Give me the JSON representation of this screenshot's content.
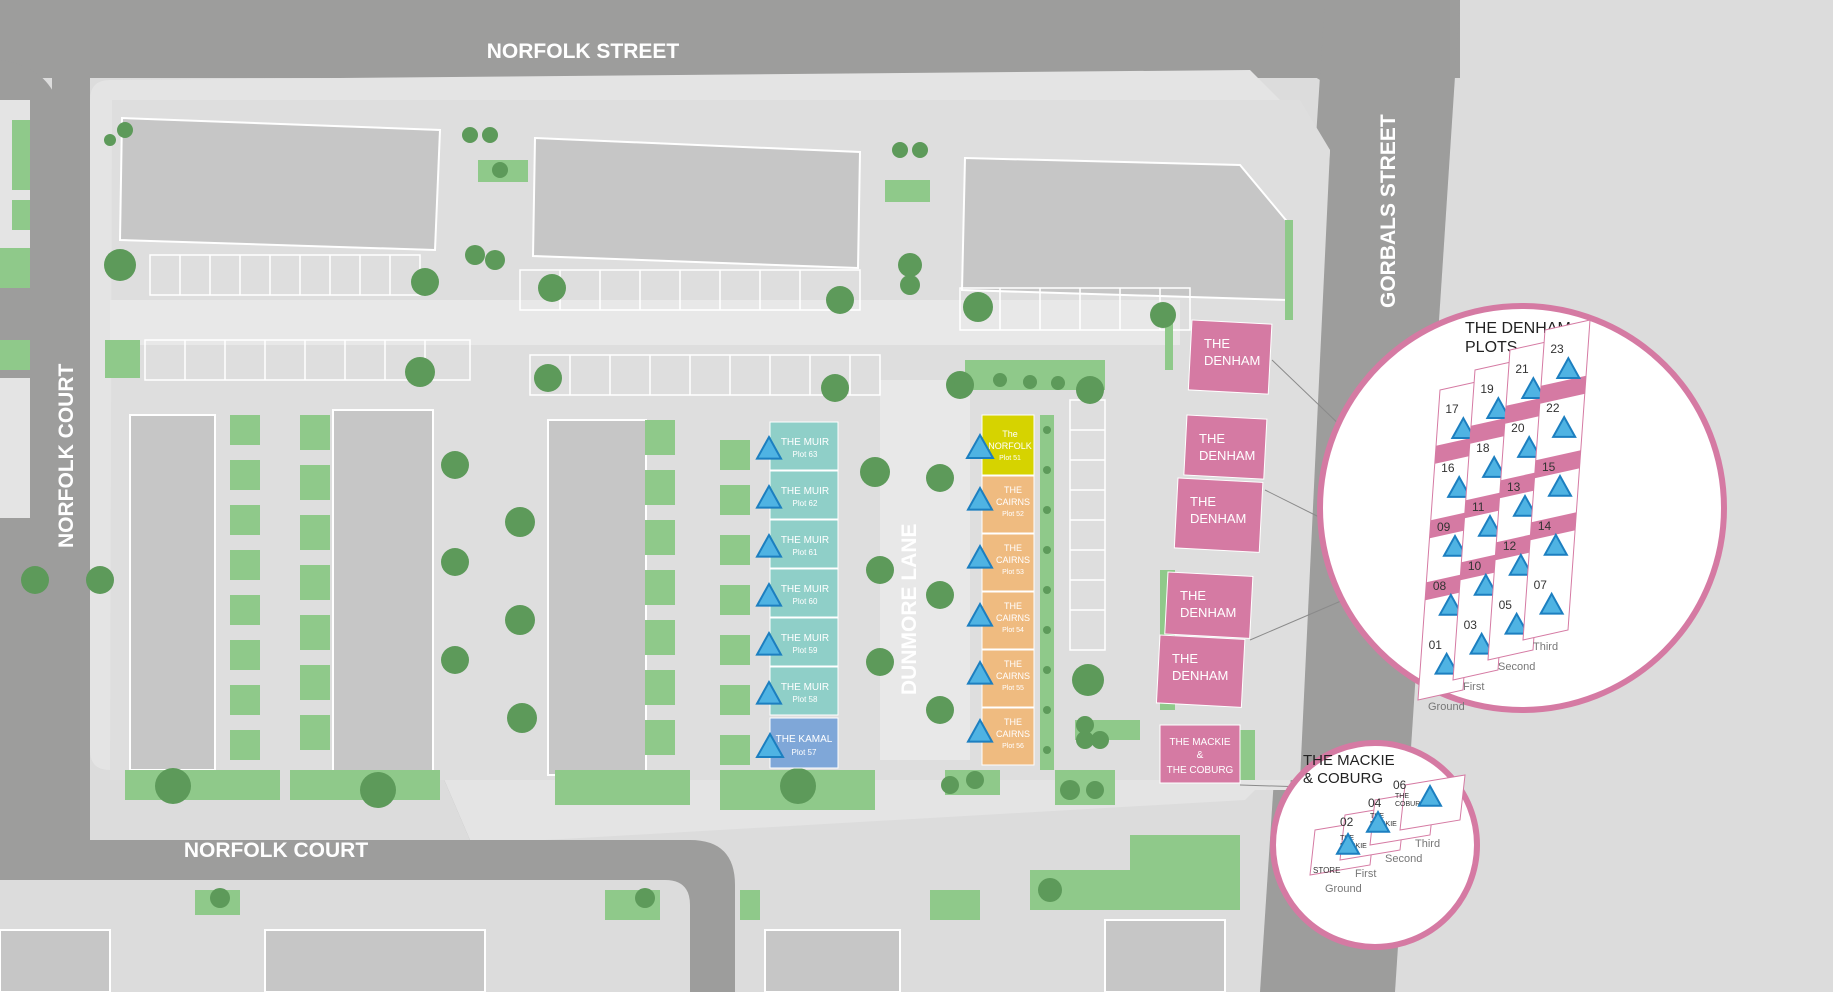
{
  "streets": {
    "norfolk_street": "NORFOLK STREET",
    "norfolk_court_top": "NORFOLK COURT",
    "norfolk_court_bottom": "NORFOLK COURT",
    "gorbals_street": "GORBALS STREET",
    "dunmore_lane": "DUNMORE LANE"
  },
  "muir": [
    {
      "name": "THE MUIR",
      "plot": "Plot 63"
    },
    {
      "name": "THE MUIR",
      "plot": "Plot 62"
    },
    {
      "name": "THE MUIR",
      "plot": "Plot 61"
    },
    {
      "name": "THE MUIR",
      "plot": "Plot 60"
    },
    {
      "name": "THE MUIR",
      "plot": "Plot 59"
    },
    {
      "name": "THE MUIR",
      "plot": "Plot 58"
    }
  ],
  "kamal": {
    "name": "THE KAMAL",
    "plot": "Plot 57"
  },
  "norfolk_unit": {
    "line1": "The",
    "line2": "NORFOLK",
    "plot": "Plot 51"
  },
  "cairns": [
    {
      "line1": "THE",
      "line2": "CAIRNS",
      "plot": "Plot 52"
    },
    {
      "line1": "THE",
      "line2": "CAIRNS",
      "plot": "Plot 53"
    },
    {
      "line1": "THE",
      "line2": "CAIRNS",
      "plot": "Plot 54"
    },
    {
      "line1": "THE",
      "line2": "CAIRNS",
      "plot": "Plot 55"
    },
    {
      "line1": "THE",
      "line2": "CAIRNS",
      "plot": "Plot 56"
    }
  ],
  "denham_blocks": [
    {
      "line1": "THE",
      "line2": "DENHAM"
    },
    {
      "line1": "THE",
      "line2": "DENHAM"
    },
    {
      "line1": "THE",
      "line2": "DENHAM"
    },
    {
      "line1": "THE",
      "line2": "DENHAM"
    },
    {
      "line1": "THE",
      "line2": "DENHAM"
    }
  ],
  "mackie_block": {
    "line1": "THE MACKIE",
    "line2": "&",
    "line3": "THE COBURG"
  },
  "denham_inset": {
    "title1": "THE DENHAM",
    "title2": "PLOTS",
    "floors": [
      "Ground",
      "First",
      "Second",
      "Third"
    ],
    "plots": [
      "01",
      "03",
      "05",
      "07",
      "08",
      "10",
      "12",
      "14",
      "09",
      "11",
      "13",
      "15",
      "16",
      "18",
      "20",
      "22",
      "17",
      "19",
      "21",
      "23"
    ]
  },
  "mackie_inset": {
    "title1": "THE MACKIE",
    "title2": "& COBURG",
    "floors": [
      "Ground",
      "First",
      "Second",
      "Third"
    ],
    "store": "STORE",
    "plots": [
      "02",
      "04",
      "06"
    ],
    "mackie_label1": "THE",
    "mackie_label2": "MACKIE",
    "mackie_label3": "THE",
    "mackie_label4": "MACKIE",
    "coburg_label1": "THE",
    "coburg_label2": "COBURG"
  },
  "colors": {
    "road": "#9d9d9c",
    "ground": "#dcdcdc",
    "pavement": "#e6e6e6",
    "building": "#c6c6c6",
    "green": "#8fc98a",
    "tree": "#5d9a5a",
    "muir": "#8fcfc8",
    "kamal": "#7fa7d8",
    "norfolk": "#d6d300",
    "cairns": "#efbb80",
    "denham": "#d57aa3",
    "marker": "#2a8fd0"
  }
}
